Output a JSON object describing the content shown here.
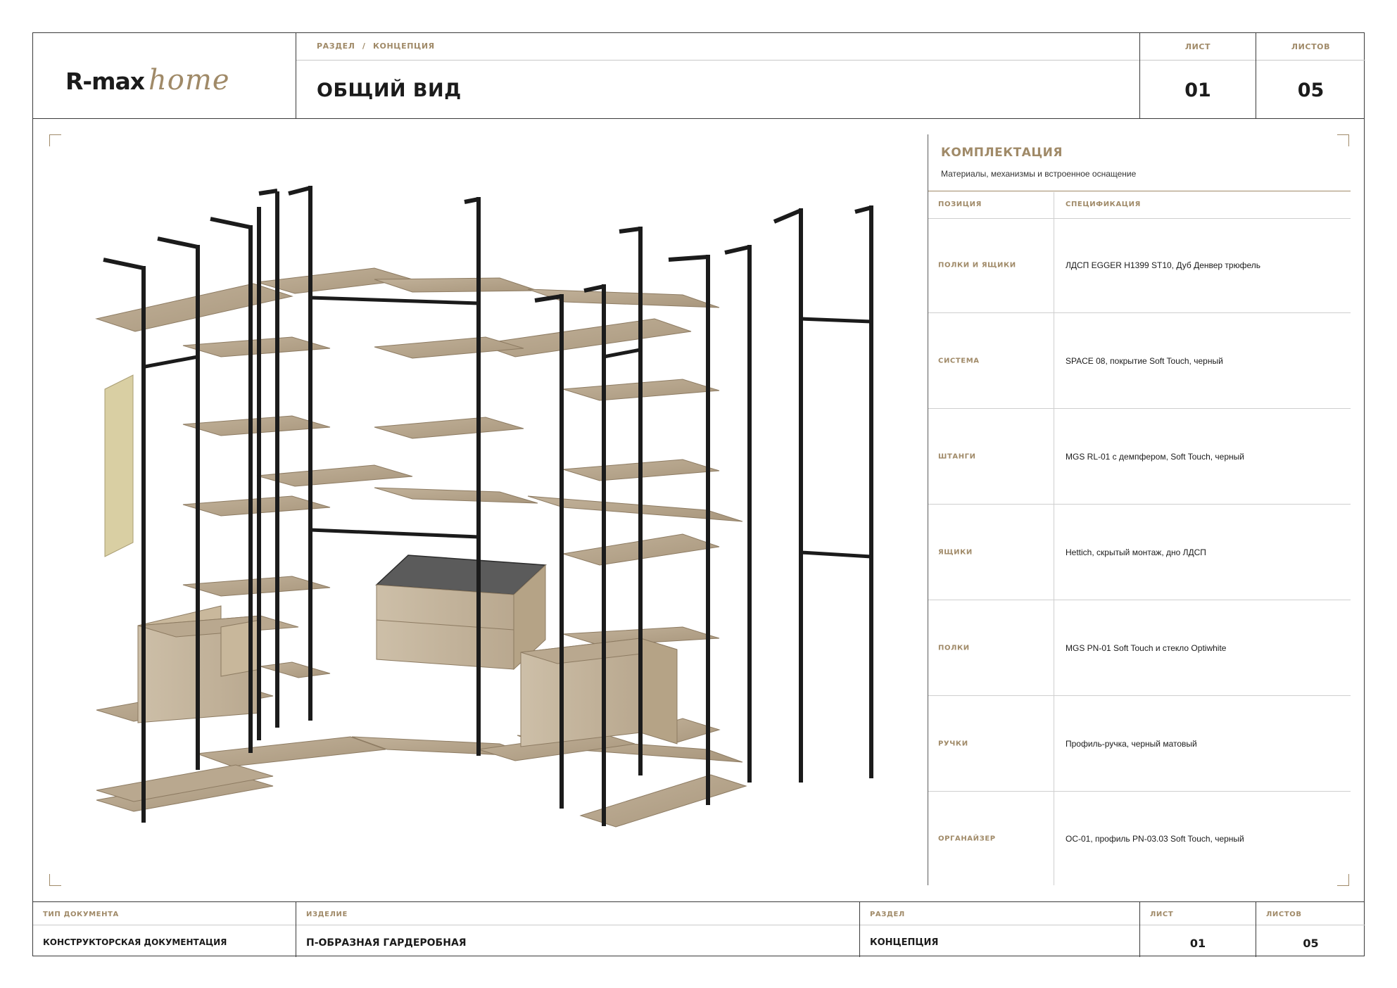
{
  "header": {
    "logo_main": "R-max",
    "logo_script": "home",
    "breadcrumb_section": "РАЗДЕЛ",
    "breadcrumb_sep": "/",
    "breadcrumb_page": "КОНЦЕПЦИЯ",
    "title": "ОБЩИЙ ВИД",
    "sheet_label": "ЛИСТ",
    "sheet_value": "01",
    "sheets_label": "ЛИСТОВ",
    "sheets_value": "05"
  },
  "spec": {
    "title": "КОМПЛЕКТАЦИЯ",
    "subtitle": "Материалы, механизмы и встроенное оснащение",
    "col_position": "ПОЗИЦИЯ",
    "col_spec": "СПЕЦИФИКАЦИЯ",
    "rows": [
      {
        "position": "ПОЛКИ И ЯЩИКИ",
        "value": "ЛДСП EGGER H1399 ST10, Дуб Денвер трюфель"
      },
      {
        "position": "СИСТЕМА",
        "value": "SPACE 08, покрытие Soft Touch, черный"
      },
      {
        "position": "ШТАНГИ",
        "value": "MGS RL-01 с демпфером, Soft Touch, черный"
      },
      {
        "position": "ЯЩИКИ",
        "value": "Hettich, скрытый монтаж, дно ЛДСП"
      },
      {
        "position": "ПОЛКИ",
        "value": "MGS PN-01 Soft Touch и стекло Optiwhite"
      },
      {
        "position": "РУЧКИ",
        "value": "Профиль-ручка, черный матовый"
      },
      {
        "position": "ОРГАНАЙЗЕР",
        "value": "OC-01, профиль PN-03.03 Soft Touch, черный"
      }
    ]
  },
  "footer": {
    "doc_type_label": "ТИП ДОКУМЕНТА",
    "doc_type_value": "КОНСТРУКТОРСКАЯ ДОКУМЕНТАЦИЯ",
    "product_label": "ИЗДЕЛИЕ",
    "product_value": "П-ОБРАЗНАЯ ГАРДЕРОБНАЯ",
    "section_label": "РАЗДЕЛ",
    "section_value": "КОНЦЕПЦИЯ",
    "sheet_label": "ЛИСТ",
    "sheet_value": "01",
    "sheets_label": "ЛИСТОВ",
    "sheets_value": "05"
  },
  "colors": {
    "accent": "#a08a68",
    "frame": "#1b1b1b",
    "shelf": "#b6a48c",
    "panel": "#d9cfa3"
  }
}
